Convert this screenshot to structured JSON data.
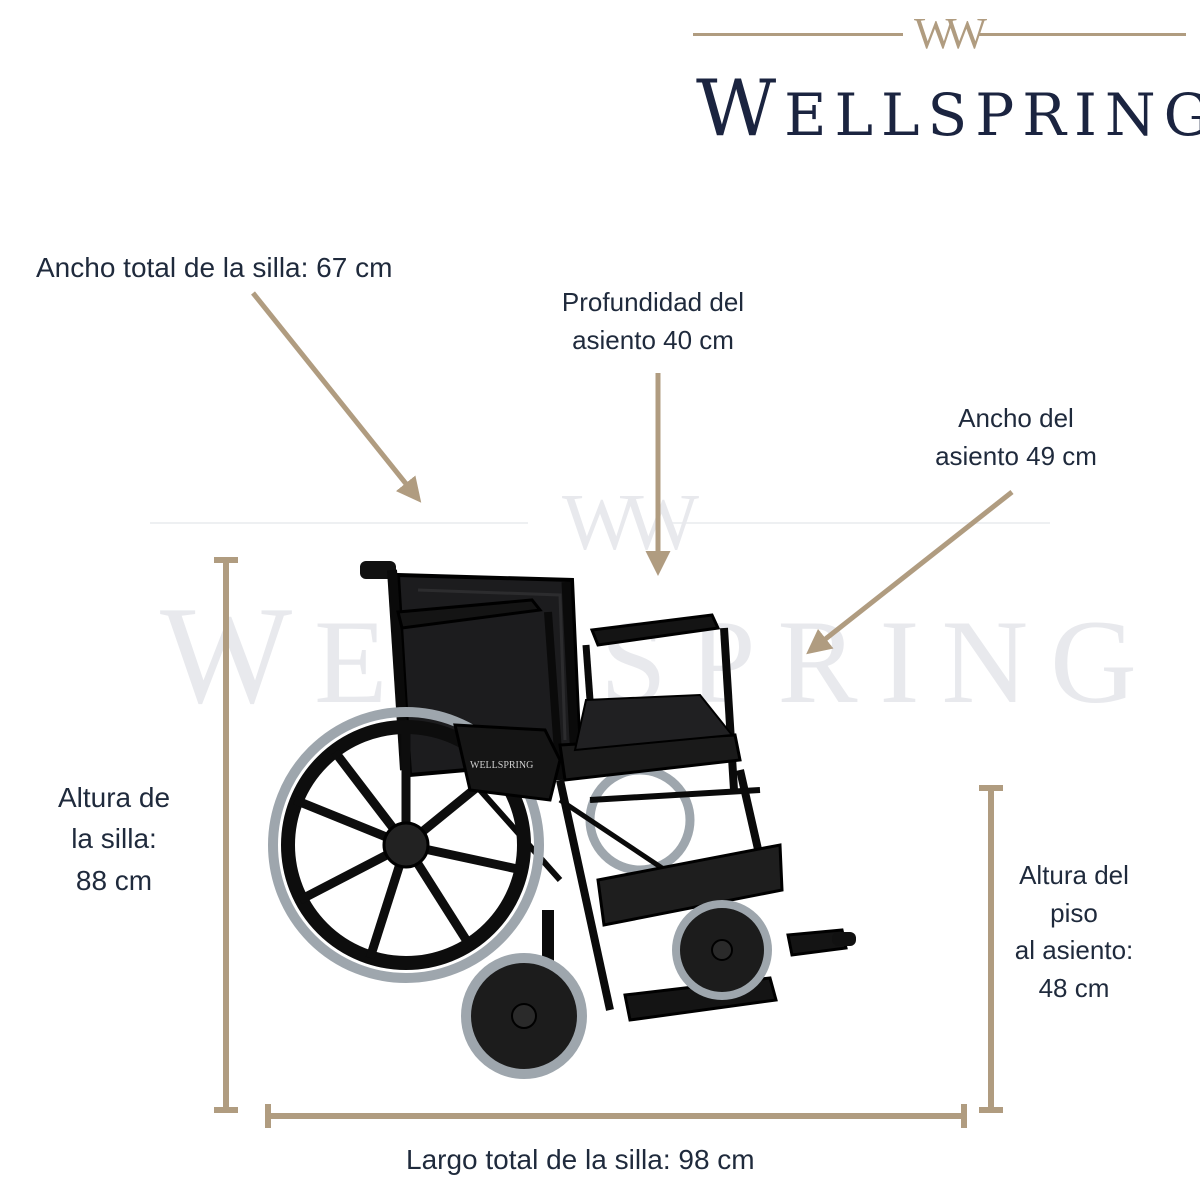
{
  "brand": {
    "mark": "W",
    "name_first": "W",
    "name_rest": "ELLSPRING"
  },
  "labels": {
    "ancho_total": "Ancho total de la silla: 67 cm",
    "profundidad_1": "Profundidad del",
    "profundidad_2": "asiento 40 cm",
    "ancho_asiento_1": "Ancho del",
    "ancho_asiento_2": "asiento 49 cm",
    "altura_silla_1": "Altura de",
    "altura_silla_2": "la silla:",
    "altura_silla_3": "88 cm",
    "altura_piso_1": "Altura del",
    "altura_piso_2": "piso",
    "altura_piso_3": "al asiento:",
    "altura_piso_4": "48 cm",
    "largo_total": "Largo total de la silla: 98 cm"
  },
  "product_badge": "WELLSPRING",
  "colors": {
    "accent": "#b09c80",
    "brand_navy": "#1b2440",
    "text": "#1f2a3c"
  }
}
